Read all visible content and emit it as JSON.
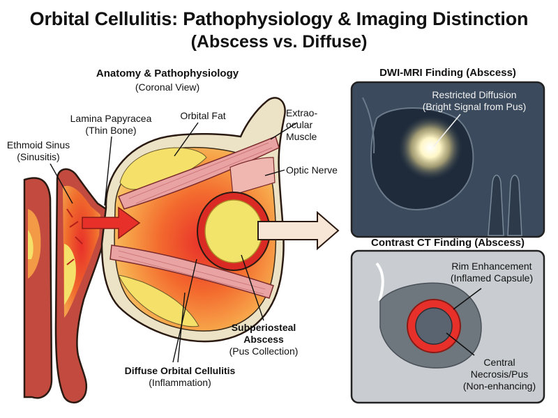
{
  "title": "Orbital Cellulitis: Pathophysiology & Imaging Distinction",
  "subtitle": "(Abscess vs. Diffuse)",
  "anatomy": {
    "heading": "Anatomy & Pathophysiology",
    "view": "(Coronal View)",
    "labels": {
      "ethmoid_line1": "Ethmoid Sinus",
      "ethmoid_line2": "(Sinusitis)",
      "lamina_line1": "Lamina Papyracea",
      "lamina_line2": "(Thin Bone)",
      "orbital_fat": "Orbital Fat",
      "muscle_line1": "Extrao-",
      "muscle_line2": "ocular",
      "muscle_line3": "Muscle",
      "optic_nerve": "Optic Nerve",
      "abscess_line1": "Subperiosteal",
      "abscess_line2": "Abscess",
      "abscess_line3": "(Pus Collection)",
      "diffuse_line1": "Diffuse Orbital Cellulitis",
      "diffuse_line2": "(Inflammation)"
    }
  },
  "mri": {
    "heading": "DWI-MRI Finding (Abscess)",
    "label_line1": "Restricted Diffusion",
    "label_line2": "(Bright Signal from Pus)"
  },
  "ct": {
    "heading": "Contrast CT Finding (Abscess)",
    "rim_line1": "Rim Enhancement",
    "rim_line2": "(Inflamed Capsule)",
    "central_line1": "Central",
    "central_line2": "Necrosis/Pus",
    "central_line3": "(Non-enhancing)"
  },
  "colors": {
    "infection_red": "#e8302a",
    "pus_yellow": "#f2e46a",
    "mri_panel": "#3b4a5c",
    "ct_panel": "#c9cdd1",
    "bone": "#ece3c6",
    "muscle": "#e9a3a3"
  }
}
